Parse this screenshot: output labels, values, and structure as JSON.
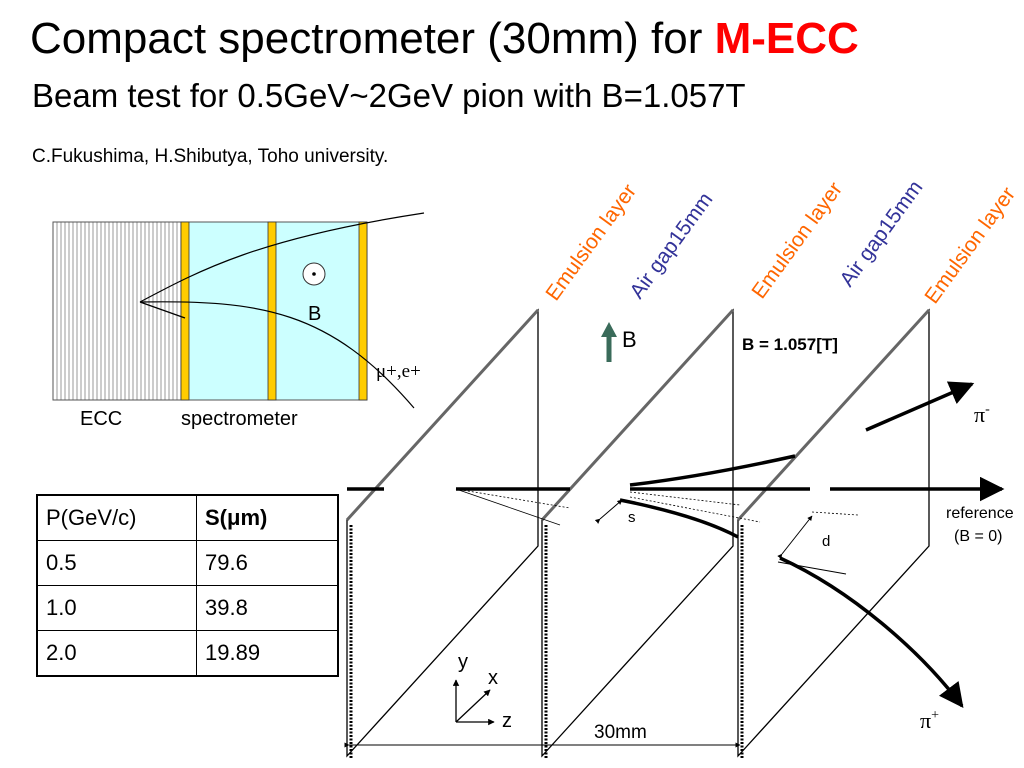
{
  "title": {
    "main": "Compact spectrometer (30mm) for ",
    "accent": "M-ECC"
  },
  "subtitle": "Beam test for 0.5GeV~2GeV pion with B=1.057T",
  "authors": "C.Fukushima, H.Shibutya, Toho university.",
  "inset": {
    "field_label": "B",
    "particles_label": "μ+,e+",
    "ecc_label": "ECC",
    "spectrometer_label": "spectrometer"
  },
  "table": {
    "headers": [
      "P(GeV/c)",
      "S(μm)"
    ],
    "rows": [
      [
        "0.5",
        "79.6"
      ],
      [
        "1.0",
        "39.8"
      ],
      [
        "2.0",
        "19.89"
      ]
    ]
  },
  "setup": {
    "layer_labels": [
      "Emulsion layer",
      "Air gap15mm",
      "Emulsion layer",
      "Air gap15mm",
      "Emulsion layer"
    ],
    "field_arrow_label": "B",
    "field_value": "B =  1.057[T]",
    "pi_minus": "π",
    "pi_minus_sup": "-",
    "pi_plus": "π",
    "pi_plus_sup": "+",
    "reference_line1": "reference",
    "reference_line2": "(B = 0)",
    "s_label": "s",
    "d_label": "d",
    "axis_y": "y",
    "axis_x": "x",
    "axis_z": "z",
    "length_label": "30mm"
  },
  "colors": {
    "accent": "#ff0000",
    "emulsion_label": "#ff6600",
    "airgap_label": "#333399",
    "spectrometer_fill": "#ccffff",
    "emulsion_strip": "#ffcc00",
    "field_arrow": "#3a6b5a"
  }
}
